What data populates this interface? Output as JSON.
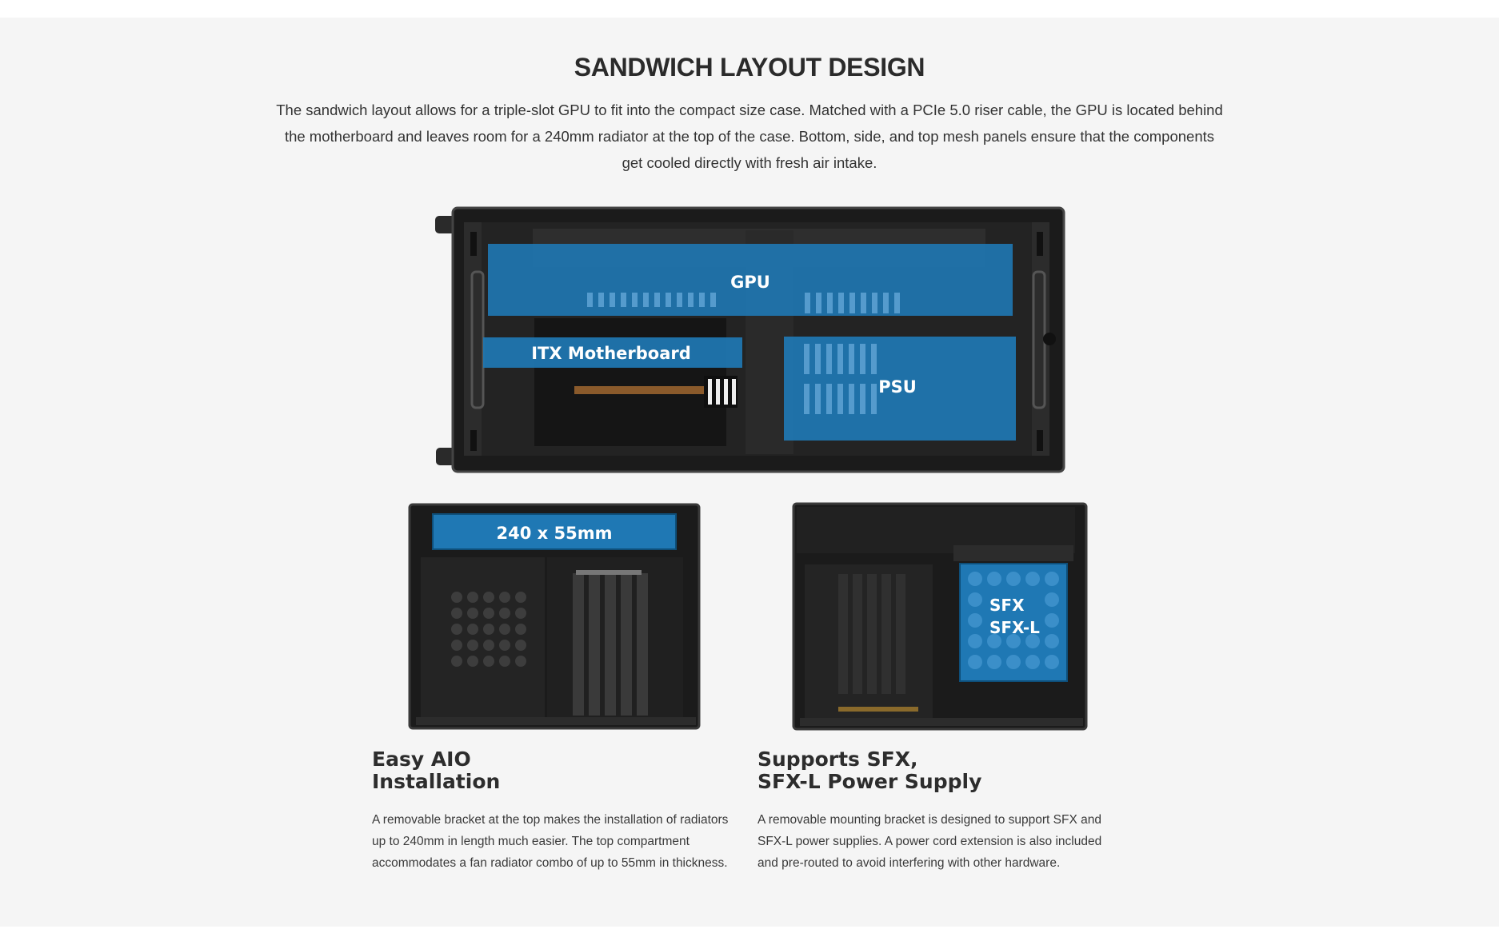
{
  "section": {
    "title": "SANDWICH LAYOUT DESIGN",
    "intro": "The sandwich layout allows for a triple-slot GPU to fit into the compact size case. Matched with a PCIe 5.0 riser cable, the GPU is located behind the motherboard and leaves room for a 240mm radiator at the top of the case. Bottom, side, and top mesh panels ensure that the components get cooled directly with fresh air intake."
  },
  "main_image": {
    "gpu_label": "GPU",
    "motherboard_label": "ITX Motherboard",
    "psu_label": "PSU"
  },
  "aio_image": {
    "label": "240 x 55mm"
  },
  "psu_image": {
    "label_line1": "SFX",
    "label_line2": "SFX-L"
  },
  "features": [
    {
      "title": "Easy AIO\nInstallation",
      "text": "A removable bracket at the top makes the installation of radiators up to 240mm in length much easier. The top compartment accommodates a fan radiator combo of up to 55mm in thickness."
    },
    {
      "title": "Supports SFX,\nSFX-L Power Supply",
      "text": "A removable mounting bracket is designed to support SFX and SFX-L power supplies. A power cord extension is also included and pre-routed to avoid interfering with other hardware."
    }
  ],
  "colors": {
    "highlight_blue": "#1f78b4",
    "case_dark": "#1b1b1b",
    "background": "#f5f5f5"
  }
}
